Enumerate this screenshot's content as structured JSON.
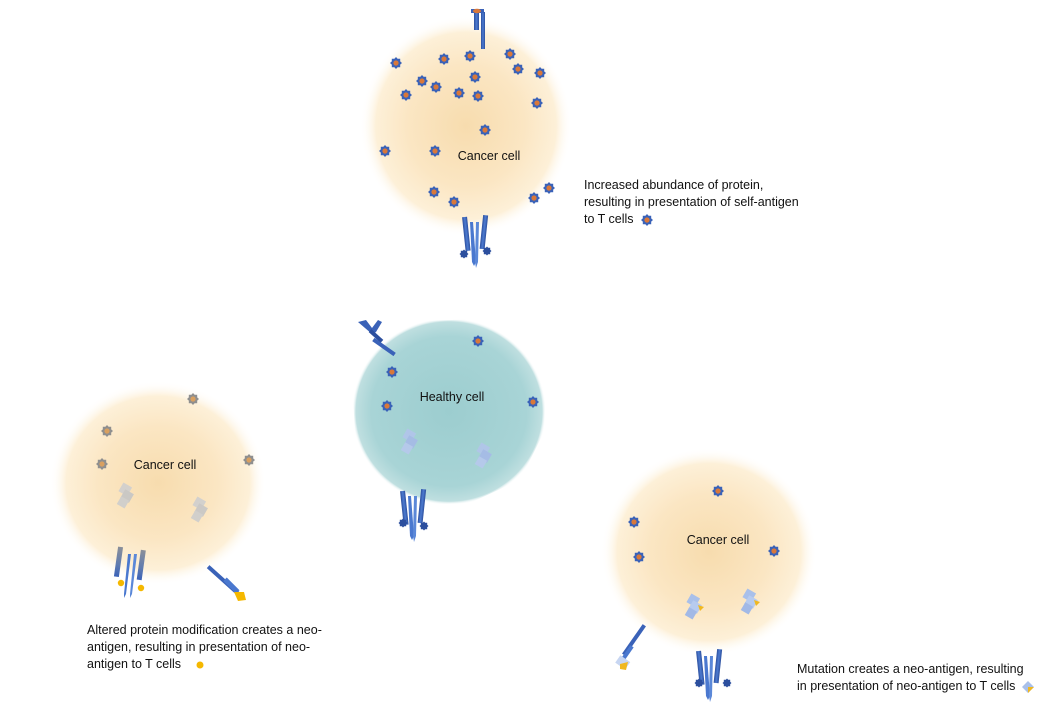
{
  "diagram": {
    "title": "Tumor antigen presentation to T cells",
    "colors": {
      "cancer_cell_fill": "#fbe7c0",
      "healthy_cell_fill": "#a9d4d6",
      "receptor_blue": "#3a62b8",
      "antigen_core_orange": "#d9783a",
      "antigen_outline_blue": "#3a62b8",
      "modification_yellow": "#f5b800",
      "mutation_diamond_blue": "#a9c0ea",
      "mutation_diamond_grey": "#c9c9c9"
    },
    "cells": [
      {
        "id": "top",
        "type": "cancer",
        "label": "Cancer cell"
      },
      {
        "id": "center",
        "type": "healthy",
        "label": "Healthy cell"
      },
      {
        "id": "left",
        "type": "cancer",
        "label": "Cancer cell"
      },
      {
        "id": "right",
        "type": "cancer",
        "label": "Cancer cell"
      }
    ],
    "captions": [
      {
        "id": "self-antigen",
        "lines": [
          "Increased abundance of protein,",
          "resulting in presentation of self-antigen",
          "to T cells"
        ],
        "legend_icon": "self-antigen-icon"
      },
      {
        "id": "modification",
        "lines": [
          "Altered protein modification creates a neo-",
          "antigen, resulting in presentation of neo-",
          "antigen to T cells"
        ],
        "legend_icon": "modified-antigen-icon"
      },
      {
        "id": "mutation",
        "lines": [
          "Mutation creates a neo-antigen, resulting",
          "in presentation of neo-antigen to T cells"
        ],
        "legend_icon": "mutated-antigen-icon"
      }
    ]
  }
}
